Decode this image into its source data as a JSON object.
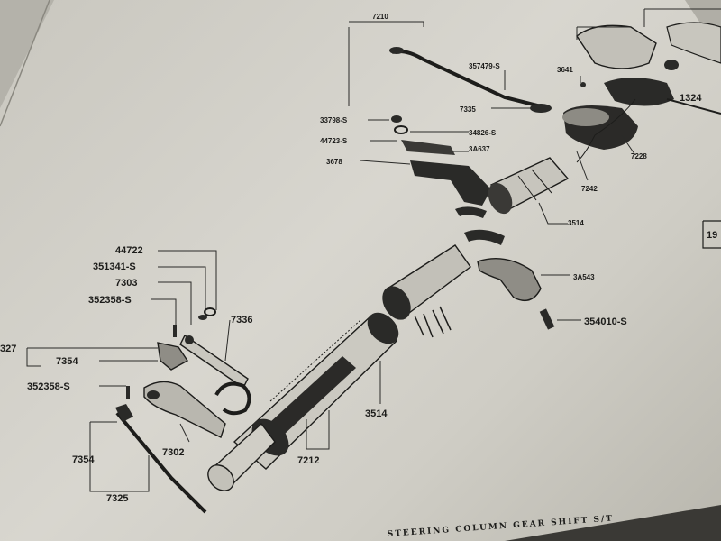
{
  "labels": {
    "p7210": "7210",
    "p357479s": "357479-S",
    "p3641": "3641",
    "p7335": "7335",
    "p33798s": "33798-S",
    "p34826s": "34826-S",
    "p44723s": "44723-S",
    "p3a637": "3A637",
    "p3678": "3678",
    "p7228": "7228",
    "p7242": "7242",
    "p3514top": "3514",
    "p3a543": "3A543",
    "p354010s": "354010-S",
    "p44722": "44722",
    "p351341s": "351341-S",
    "p7303": "7303",
    "p352358s_a": "352358-S",
    "p7336": "7336",
    "p327": "327",
    "p7354a": "7354",
    "p352358s_b": "352358-S",
    "p7302": "7302",
    "p3514bottom": "3514",
    "p7212": "7212",
    "p7354b": "7354",
    "p7325": "7325",
    "p1324": "1324",
    "pEdge": "19"
  },
  "caption": "STEERING COLUMN GEAR SHIFT S/T",
  "colors": {
    "paper": "#d5d3cc",
    "ink": "#1c1c1a",
    "shadow": "#2b2a27"
  }
}
